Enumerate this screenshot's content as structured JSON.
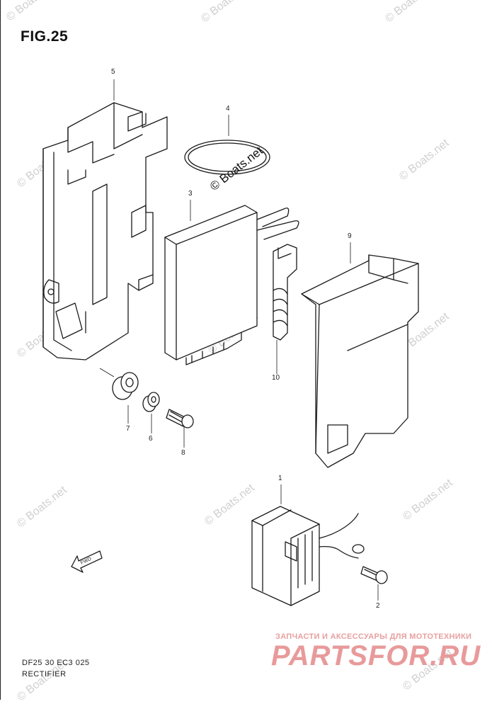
{
  "figure": {
    "title": "FIG.25"
  },
  "callouts": [
    "5",
    "4",
    "3",
    "9",
    "10",
    "7",
    "6",
    "8",
    "1",
    "2"
  ],
  "watermark": {
    "text": "© Boats.net",
    "dark_text": "© Boats.net"
  },
  "footer": {
    "code": "DF25 30 EC3 025",
    "caption": "RECTIFIER"
  },
  "brand": {
    "tagline": "ЗАПЧАСТИ И АКСЕССУАРЫ ДЛЯ МОТОТЕХНИКИ",
    "name": "PARTSFOR.RU"
  },
  "colors": {
    "line": "#1a1a1a",
    "watermark": "#d0d0d0",
    "brand": "#e89a9a"
  },
  "icons": {
    "direction": "fwd-arrow-icon"
  }
}
